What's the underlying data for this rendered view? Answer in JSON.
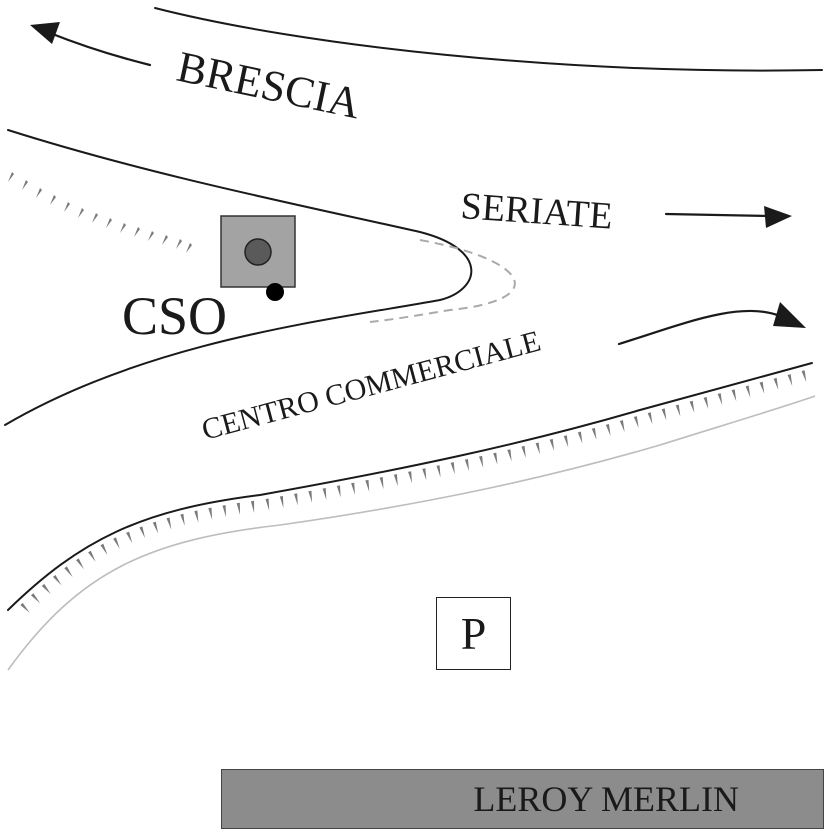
{
  "labels": {
    "brescia": "BRESCIA",
    "seriate": "SERIATE",
    "centro_commerciale": "CENTRO COMMERCIALE",
    "cso": "CSO"
  },
  "parking": {
    "symbol": "P"
  },
  "store": {
    "name": "LEROY MERLIN"
  },
  "colors": {
    "road": "#1a1a1a",
    "dashed_road": "#aaaaaa",
    "cso_building": "#a3a3a3",
    "cso_marker": "#5a5a5a",
    "store_fill": "#8c8c8c"
  },
  "icons": {
    "cso_marker": "circle-marker-icon",
    "location_dot": "dot-icon",
    "parking": "parking-icon"
  }
}
